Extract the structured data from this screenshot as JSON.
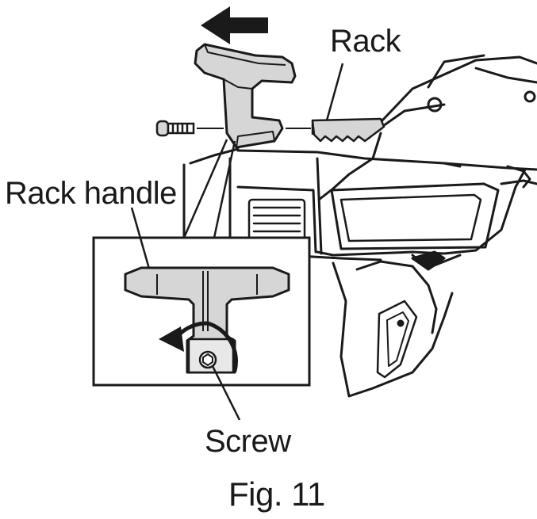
{
  "figure": {
    "caption": "Fig. 11"
  },
  "labels": {
    "rack": "Rack",
    "rack_handle": "Rack handle",
    "screw": "Screw"
  },
  "icons": {
    "direction_arrow": "left-arrow-icon",
    "rotation_arrow": "counterclockwise-rotation-icon"
  },
  "colors": {
    "line": "#1a1a1a",
    "handle_fill": "#d6d6d6",
    "background": "#ffffff"
  }
}
